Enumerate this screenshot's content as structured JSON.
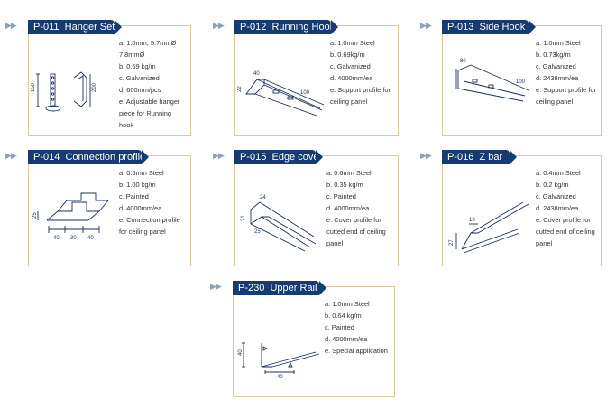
{
  "arrow_glyph": "▶▶",
  "accent_color": "#163a72",
  "border_color": "#d9c9a0",
  "products": [
    {
      "code": "P-011",
      "name": "Hanger Set",
      "specs": [
        "a. 1.0mm, 5.7mmØ ,",
        "7.8mmØ",
        "b. 0.69 kg/m",
        "c. Galvanized",
        "d. 600mm/pcs",
        "e. Adjustable hanger",
        "piece for Running",
        "hook"
      ],
      "dims": [
        "150",
        "200"
      ]
    },
    {
      "code": "P-012",
      "name": "Running Hook",
      "specs": [
        "a. 1.0mm Steel",
        "b. 0.69kg/m",
        "c. Galvanized",
        "d. 4000mm/ea",
        "e. Support profile for",
        "ceiling panel"
      ],
      "dims": [
        "40",
        "22",
        "100"
      ]
    },
    {
      "code": "P-013",
      "name": "Side Hook",
      "specs": [
        "a. 1.0mm Steel",
        "b. 0.73kg/m",
        "c. Galvanized",
        "d. 2438mm/ea",
        "e. Support profile for",
        "ceiling panel"
      ],
      "dims": [
        "80",
        "100"
      ]
    },
    {
      "code": "P-014",
      "name": "Connection profile",
      "specs": [
        "a. 0.6mm Steel",
        "b. 1.00 kg/m",
        "c. Painted",
        "d. 4000mm/ea",
        "e. Connection profile",
        "for ceiling panel"
      ],
      "dims": [
        "25",
        "40",
        "30",
        "40"
      ]
    },
    {
      "code": "P-015",
      "name": "Edge cover",
      "specs": [
        "a. 0.6mm Steel",
        "b. 0.35 kg/m",
        "c. Painted",
        "d. 4000mm/ea",
        "e. Cover profile for",
        "cutted end of ceiling",
        "panel"
      ],
      "dims": [
        "24",
        "21",
        "25"
      ]
    },
    {
      "code": "P-016",
      "name": "Z bar",
      "specs": [
        "a. 0.4mm Steel",
        "b. 0.2 kg/m",
        "c. Galvanized",
        "d. 2438mm/ea",
        "e. Cover profile for",
        "cutted end of ceiling",
        "panel"
      ],
      "dims": [
        "13",
        "27"
      ]
    },
    {
      "code": "P-230",
      "name": "Upper Rail",
      "specs": [
        "a. 1.0mm Steel",
        "b. 0.64 kg/m",
        "c. Painted",
        "d. 4000mm/ea",
        "e. Special application"
      ],
      "dims": [
        "40",
        "40"
      ]
    }
  ]
}
